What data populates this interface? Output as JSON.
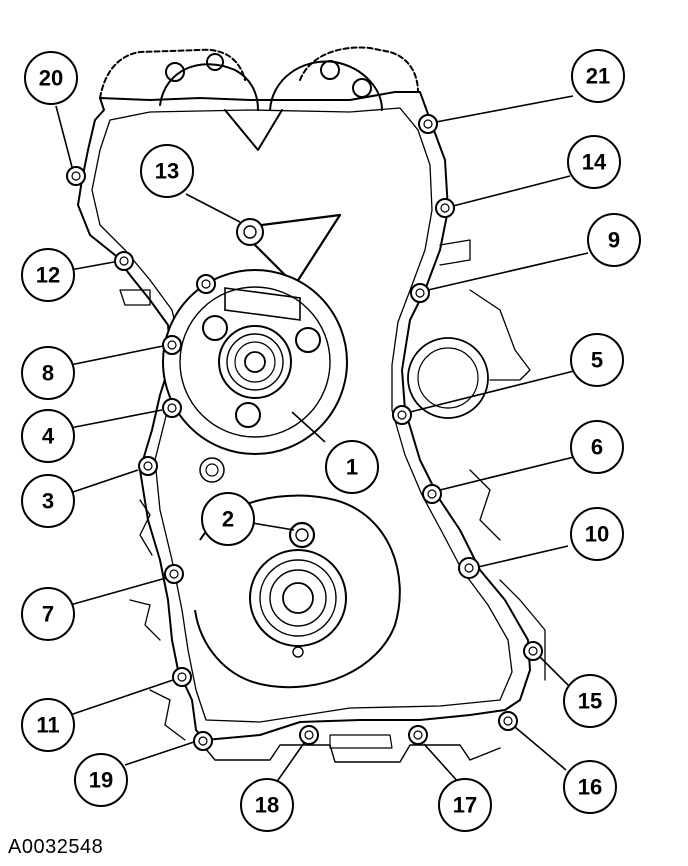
{
  "figure": {
    "reference_id": "A0032548",
    "line_color": "#000000",
    "background_color": "#ffffff"
  },
  "callouts": [
    {
      "label": "1"
    },
    {
      "label": "2"
    },
    {
      "label": "3"
    },
    {
      "label": "4"
    },
    {
      "label": "5"
    },
    {
      "label": "6"
    },
    {
      "label": "7"
    },
    {
      "label": "8"
    },
    {
      "label": "9"
    },
    {
      "label": "10"
    },
    {
      "label": "11"
    },
    {
      "label": "12"
    },
    {
      "label": "13"
    },
    {
      "label": "14"
    },
    {
      "label": "15"
    },
    {
      "label": "16"
    },
    {
      "label": "17"
    },
    {
      "label": "18"
    },
    {
      "label": "19"
    },
    {
      "label": "20"
    },
    {
      "label": "21"
    }
  ]
}
